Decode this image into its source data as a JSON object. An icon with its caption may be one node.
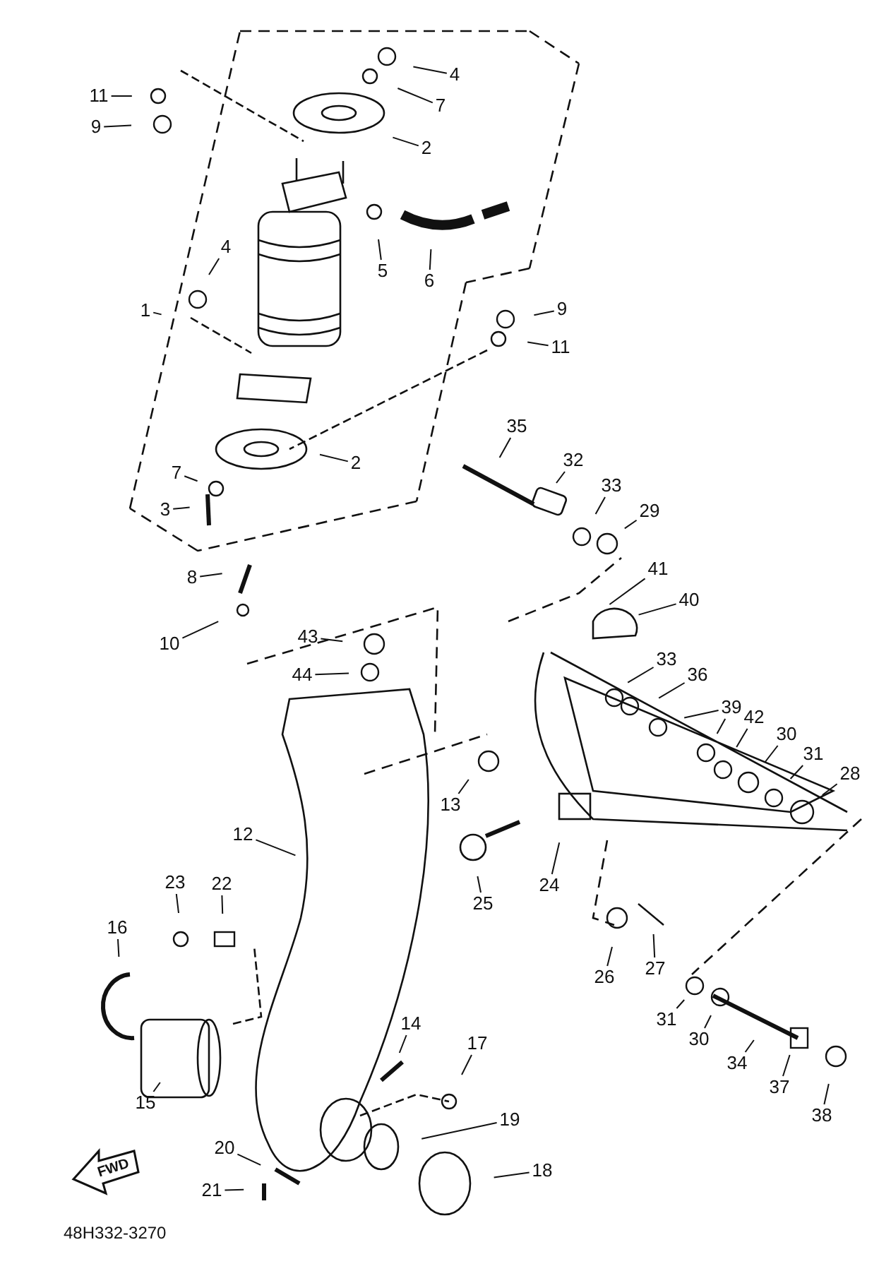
{
  "diagram": {
    "nodes": [
      {
        "text": [
          "4"
        ]
      },
      {
        "text": [
          "11"
        ]
      },
      {
        "text": [
          "7"
        ]
      },
      {
        "text": [
          "9"
        ]
      },
      {
        "text": [
          "2"
        ]
      },
      {
        "text": [
          "4"
        ]
      },
      {
        "text": [
          "5"
        ]
      },
      {
        "text": [
          "6"
        ]
      },
      {
        "text": [
          "1"
        ]
      },
      {
        "text": [
          "9"
        ]
      },
      {
        "text": [
          "11"
        ]
      },
      {
        "text": [
          "35"
        ]
      },
      {
        "text": [
          "2"
        ]
      },
      {
        "text": [
          "32"
        ]
      },
      {
        "text": [
          "7"
        ]
      },
      {
        "text": [
          "33"
        ]
      },
      {
        "text": [
          "3"
        ]
      },
      {
        "text": [
          "29"
        ]
      },
      {
        "text": [
          "41"
        ]
      },
      {
        "text": [
          "8"
        ]
      },
      {
        "text": [
          "40"
        ]
      },
      {
        "text": [
          "10"
        ]
      },
      {
        "text": [
          "43"
        ]
      },
      {
        "text": [
          "33"
        ]
      },
      {
        "text": [
          "36"
        ]
      },
      {
        "text": [
          "44"
        ]
      },
      {
        "text": [
          "39"
        ]
      },
      {
        "text": [
          "42"
        ]
      },
      {
        "text": [
          "30"
        ]
      },
      {
        "text": [
          "31"
        ]
      },
      {
        "text": [
          "13"
        ]
      },
      {
        "text": [
          "28"
        ]
      },
      {
        "text": [
          "12"
        ]
      },
      {
        "text": [
          "23"
        ]
      },
      {
        "text": [
          "22"
        ]
      },
      {
        "text": [
          "24"
        ]
      },
      {
        "text": [
          "25"
        ]
      },
      {
        "text": [
          "16"
        ]
      },
      {
        "text": [
          "27"
        ]
      },
      {
        "text": [
          "26"
        ]
      },
      {
        "text": [
          "31"
        ]
      },
      {
        "text": [
          "14"
        ]
      },
      {
        "text": [
          "30"
        ]
      },
      {
        "text": [
          "17"
        ]
      },
      {
        "text": [
          "34"
        ]
      },
      {
        "text": [
          "37"
        ]
      },
      {
        "text": [
          "15"
        ]
      },
      {
        "text": [
          "38"
        ]
      },
      {
        "text": [
          "19"
        ]
      },
      {
        "text": [
          "20"
        ]
      },
      {
        "text": [
          "18"
        ]
      },
      {
        "text": [
          "21"
        ]
      }
    ],
    "edges": [
      {
        "from": 0,
        "to": null,
        "arrow": "none"
      },
      {
        "from": 1,
        "to": null,
        "arrow": "none"
      },
      {
        "from": 2,
        "to": null,
        "arrow": "none"
      },
      {
        "from": 3,
        "to": null,
        "arrow": "none"
      },
      {
        "from": 4,
        "to": null,
        "arrow": "none"
      },
      {
        "from": 5,
        "to": null,
        "arrow": "none"
      },
      {
        "from": 6,
        "to": null,
        "arrow": "none"
      },
      {
        "from": 7,
        "to": null,
        "arrow": "none"
      },
      {
        "from": 8,
        "to": null,
        "arrow": "none"
      },
      {
        "from": 9,
        "to": null,
        "arrow": "none"
      },
      {
        "from": 10,
        "to": null,
        "arrow": "none"
      },
      {
        "from": 11,
        "to": null,
        "arrow": "none"
      },
      {
        "from": 12,
        "to": null,
        "arrow": "none"
      },
      {
        "from": 13,
        "to": null,
        "arrow": "none"
      },
      {
        "from": 14,
        "to": null,
        "arrow": "none"
      },
      {
        "from": 15,
        "to": null,
        "arrow": "none"
      },
      {
        "from": 16,
        "to": null,
        "arrow": "none"
      },
      {
        "from": 17,
        "to": null,
        "arrow": "none"
      },
      {
        "from": 18,
        "to": null,
        "arrow": "none"
      },
      {
        "from": 19,
        "to": null,
        "arrow": "none"
      },
      {
        "from": 20,
        "to": null,
        "arrow": "none"
      },
      {
        "from": 21,
        "to": null,
        "arrow": "none"
      },
      {
        "from": 22,
        "to": null,
        "arrow": "none"
      },
      {
        "from": 23,
        "to": null,
        "arrow": "none"
      },
      {
        "from": 24,
        "to": null,
        "arrow": "none"
      },
      {
        "from": 25,
        "to": null,
        "arrow": "none"
      },
      {
        "from": 26,
        "to": null,
        "arrow": "none"
      },
      {
        "from": 26,
        "to": null,
        "arrow": "none"
      },
      {
        "from": 27,
        "to": null,
        "arrow": "none"
      },
      {
        "from": 28,
        "to": null,
        "arrow": "none"
      },
      {
        "from": 29,
        "to": null,
        "arrow": "none"
      },
      {
        "from": 30,
        "to": null,
        "arrow": "none"
      },
      {
        "from": 31,
        "to": null,
        "arrow": "none"
      },
      {
        "from": 32,
        "to": null,
        "arrow": "none"
      },
      {
        "from": 33,
        "to": null,
        "arrow": "none"
      },
      {
        "from": 34,
        "to": null,
        "arrow": "none"
      },
      {
        "from": 35,
        "to": null,
        "arrow": "none"
      },
      {
        "from": 36,
        "to": null,
        "arrow": "none"
      },
      {
        "from": 37,
        "to": null,
        "arrow": "none"
      },
      {
        "from": 38,
        "to": null,
        "arrow": "none"
      },
      {
        "from": 39,
        "to": null,
        "arrow": "none"
      },
      {
        "from": 40,
        "to": null,
        "arrow": "none"
      },
      {
        "from": 41,
        "to": null,
        "arrow": "none"
      },
      {
        "from": 42,
        "to": null,
        "arrow": "none"
      },
      {
        "from": 43,
        "to": null,
        "arrow": "none"
      },
      {
        "from": 44,
        "to": null,
        "arrow": "none"
      },
      {
        "from": 45,
        "to": null,
        "arrow": "none"
      },
      {
        "from": 46,
        "to": null,
        "arrow": "none"
      },
      {
        "from": 47,
        "to": null,
        "arrow": "none"
      },
      {
        "from": 48,
        "to": null,
        "arrow": "none"
      },
      {
        "from": 49,
        "to": null,
        "arrow": "none"
      },
      {
        "from": 50,
        "to": null,
        "arrow": "none"
      },
      {
        "from": 51,
        "to": null,
        "arrow": "none"
      }
    ],
    "labels": [
      "FWD",
      "48H332-3270"
    ]
  }
}
